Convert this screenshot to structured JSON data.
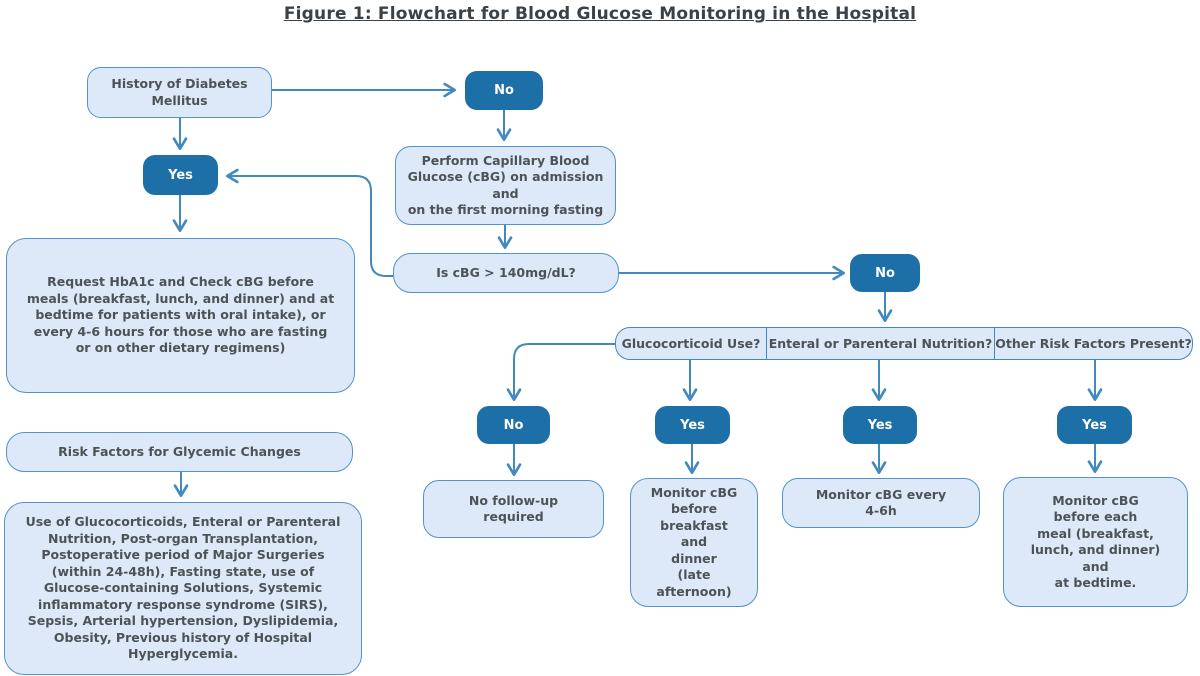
{
  "title": "Figure 1: Flowchart for Blood Glucose Monitoring in the Hospital",
  "colors": {
    "pill_fill": "#1d6fa8",
    "pill_text": "#ffffff",
    "box_fill": "#dde9f8",
    "box_border": "#5094cb",
    "wire": "#4189bf",
    "text": "#4d5257",
    "title_text": "#3a4147"
  },
  "nodes": {
    "history": "History of Diabetes\nMellitus",
    "no_top": "No",
    "yes_left": "Yes",
    "perform": "Perform Capillary Blood\nGlucose (cBG) on admission and\non the first morning fasting",
    "request": "Request HbA1c and Check cBG before meals (breakfast, lunch, and dinner) and at bedtime for patients with oral intake), or every 4-6 hours for those who are fasting or on other dietary regimens)",
    "is_cbg": "Is cBG > 140mg/dL?",
    "no_right": "No",
    "cells": {
      "c1": "Glucocorticoid Use?",
      "c2": "Enteral or Parenteral Nutrition?",
      "c3": "Other Risk Factors Present?"
    },
    "pill_no": "No",
    "pill_yes1": "Yes",
    "pill_yes2": "Yes",
    "pill_yes3": "Yes",
    "result1": "No follow-up\nrequired",
    "result2": "Monitor cBG\nbefore\nbreakfast\nand\ndinner\n(late afternoon)",
    "result3": "Monitor cBG every\n4-6h",
    "result4": "Monitor cBG\nbefore each\nmeal (breakfast,\nlunch, and dinner)\nand\nat bedtime.",
    "risk_header": "Risk Factors for Glycemic Changes",
    "risk_detail": "Use of Glucocorticoids, Enteral or Parenteral Nutrition, Post-organ Transplantation, Postoperative period of Major Surgeries (within 24-48h), Fasting state, use of Glucose-containing Solutions, Systemic inflammatory response syndrome (SIRS), Sepsis, Arterial hypertension, Dyslipidemia, Obesity, Previous history of Hospital Hyperglycemia."
  }
}
